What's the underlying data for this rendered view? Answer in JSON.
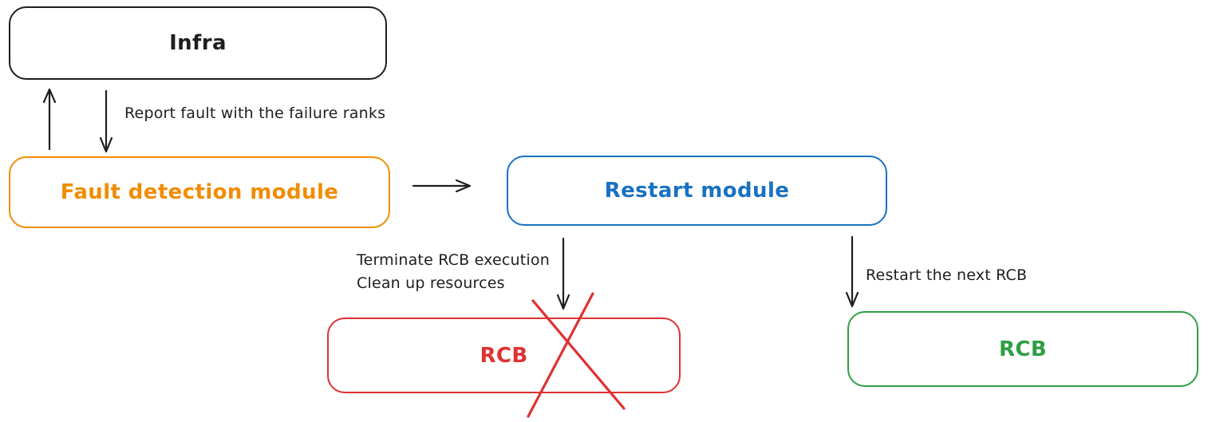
{
  "diagram": {
    "type": "flowchart",
    "style": "hand-drawn"
  },
  "colors": {
    "black": "#1e1e1e",
    "orange": "#f08c00",
    "blue": "#1971c2",
    "red": "#e03131",
    "green": "#2f9e44",
    "bg": "#ffffff"
  },
  "nodes": {
    "infra": {
      "label": "Infra",
      "color": "#1e1e1e"
    },
    "fault_detection": {
      "label": "Fault detection module",
      "color": "#f08c00"
    },
    "restart": {
      "label": "Restart module",
      "color": "#1971c2"
    },
    "rcb_terminated": {
      "label": "RCB",
      "color": "#e03131",
      "crossed_out": true
    },
    "rcb_next": {
      "label": "RCB",
      "color": "#2f9e44",
      "crossed_out": false
    }
  },
  "edge_labels": {
    "report_fault": "Report fault with the failure ranks",
    "terminate_line1": "Terminate RCB execution",
    "terminate_line2": "Clean up resources",
    "restart_next": "Restart the next RCB"
  },
  "edges": [
    {
      "from": "fault_detection",
      "to": "infra",
      "direction": "up"
    },
    {
      "from": "infra",
      "to": "fault_detection",
      "direction": "down",
      "label": "Report fault with the failure ranks"
    },
    {
      "from": "fault_detection",
      "to": "restart",
      "direction": "right"
    },
    {
      "from": "restart",
      "to": "rcb_terminated",
      "direction": "down",
      "label": "Terminate RCB execution\nClean up resources"
    },
    {
      "from": "restart",
      "to": "rcb_next",
      "direction": "down",
      "label": "Restart the next RCB"
    }
  ]
}
